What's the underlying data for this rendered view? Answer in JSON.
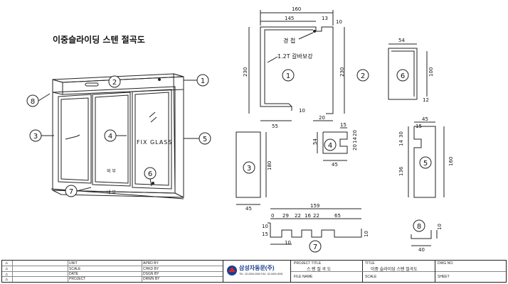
{
  "title": "이중슬라이딩 스텐 절곡도",
  "front_view": {
    "fix_glass": "FIX GLASS",
    "inside": "내 부",
    "outside": "외 부",
    "callouts": [
      "1",
      "2",
      "3",
      "4",
      "5",
      "6",
      "7",
      "8"
    ]
  },
  "section_1": {
    "dims": {
      "top": "160",
      "top_inner": "145",
      "notch": "13",
      "notch_h": "10",
      "height_left": "230",
      "height_right": "230",
      "bottom_left": "55",
      "bottom_gap": "10",
      "bottom_right": "20"
    },
    "label_bolt": "경 첩",
    "label_steel": "1.2T 갈바보강",
    "num": "1",
    "num2": "2"
  },
  "section_6": {
    "dims": {
      "top": "54",
      "height": "100",
      "bottom": "12"
    },
    "num": "6"
  },
  "section_3": {
    "dims": {
      "height": "180",
      "bottom": "45"
    },
    "num": "3"
  },
  "section_4": {
    "dims": {
      "top": "15",
      "left": "54",
      "right_a": "20",
      "right_b": "14",
      "right_c": "20",
      "bottom": "45"
    },
    "num": "4"
  },
  "section_5": {
    "dims": {
      "top": "45",
      "notch": "15",
      "left_a": "30",
      "left_b": "14",
      "left_c": "136",
      "height": "160"
    },
    "num": "5"
  },
  "section_7": {
    "dims": {
      "total": "159",
      "a": "0",
      "b": "29",
      "c": "22",
      "d": "16",
      "e": "22",
      "f": "65",
      "h": "10",
      "hh": "10",
      "left_h": "15",
      "bottom": "10"
    },
    "num": "7"
  },
  "section_8": {
    "dims": {
      "h": "10",
      "bottom": "40"
    },
    "num": "8"
  },
  "title_block": {
    "left_labels": [
      "UNIT",
      "SCALE",
      "DATE",
      "PROJECT"
    ],
    "mid_labels": [
      "APRD BY",
      "CHKD BY",
      "DSGN BY",
      "DRWN BY"
    ],
    "company": "삼성자동문(주)",
    "company_sub": "TEL. 02-0000-0000  FAX. 02-0000-0000",
    "project_title_label": "PROJECT TITLE",
    "project_title": "스 텐 절 곡 도",
    "file_name_label": "FILE NAME",
    "title_label": "TITLE",
    "title_value": "이중 슬라이딩 스텐 절곡도",
    "scale_label": "SCALE",
    "dwg_label": "DWG NO.",
    "sheet_label": "SHEET",
    "rev_marks": [
      "⚠",
      "⚠",
      "⚠",
      "⚠"
    ]
  }
}
